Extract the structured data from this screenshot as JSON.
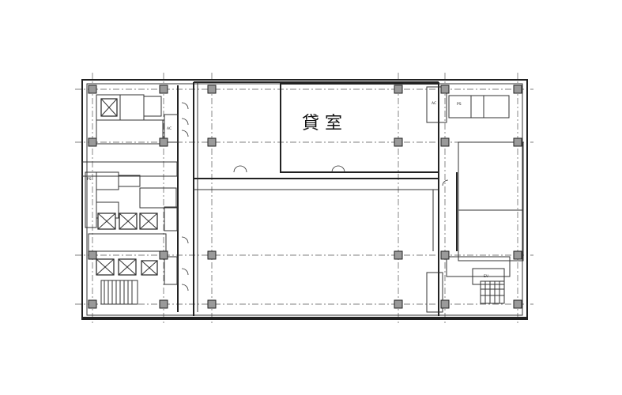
{
  "plan": {
    "main_room_label": "貸 室",
    "labels": {
      "ac": "AC",
      "ps": "PS",
      "ev": "EV"
    }
  }
}
